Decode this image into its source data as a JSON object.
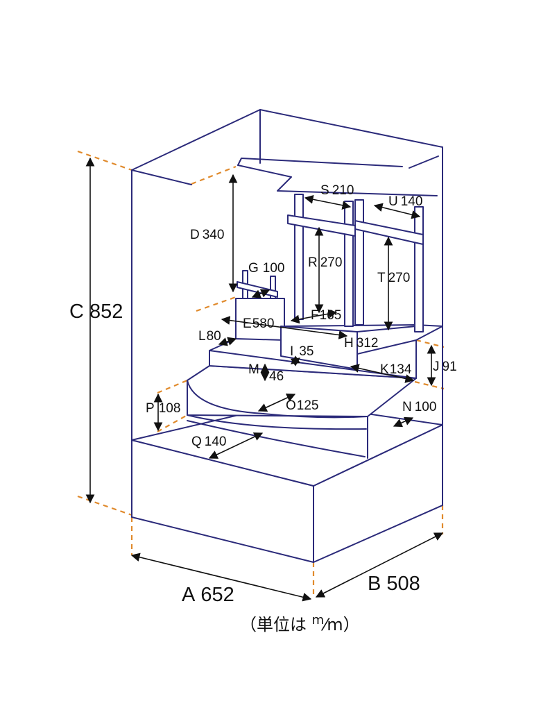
{
  "dimensions": {
    "A": {
      "letter": "A",
      "value": "652"
    },
    "B": {
      "letter": "B",
      "value": "508"
    },
    "C": {
      "letter": "C",
      "value": "852"
    },
    "D": {
      "letter": "D",
      "value": "340"
    },
    "E": {
      "letter": "E",
      "value": "580"
    },
    "F": {
      "letter": "F",
      "value": "165"
    },
    "G": {
      "letter": "G",
      "value": "100"
    },
    "H": {
      "letter": "H",
      "value": "312"
    },
    "I": {
      "letter": "I",
      "value": "35"
    },
    "J": {
      "letter": "J",
      "value": "91"
    },
    "K": {
      "letter": "K",
      "value": "134"
    },
    "L": {
      "letter": "L",
      "value": "80"
    },
    "M": {
      "letter": "M",
      "value": "46"
    },
    "N": {
      "letter": "N",
      "value": "100"
    },
    "O": {
      "letter": "O",
      "value": "125"
    },
    "P": {
      "letter": "P",
      "value": "108"
    },
    "Q": {
      "letter": "Q",
      "value": "140"
    },
    "R": {
      "letter": "R",
      "value": "270"
    },
    "S": {
      "letter": "S",
      "value": "210"
    },
    "T": {
      "letter": "T",
      "value": "270"
    },
    "U": {
      "letter": "U",
      "value": "140"
    }
  },
  "unit_note": {
    "prefix": "（単位は ",
    "num": "m",
    "slash": "⁄",
    "den": "m",
    "suffix": "）"
  },
  "colors": {
    "outline": "#2b2a7a",
    "guide": "#e08a2c",
    "text": "#111111"
  }
}
